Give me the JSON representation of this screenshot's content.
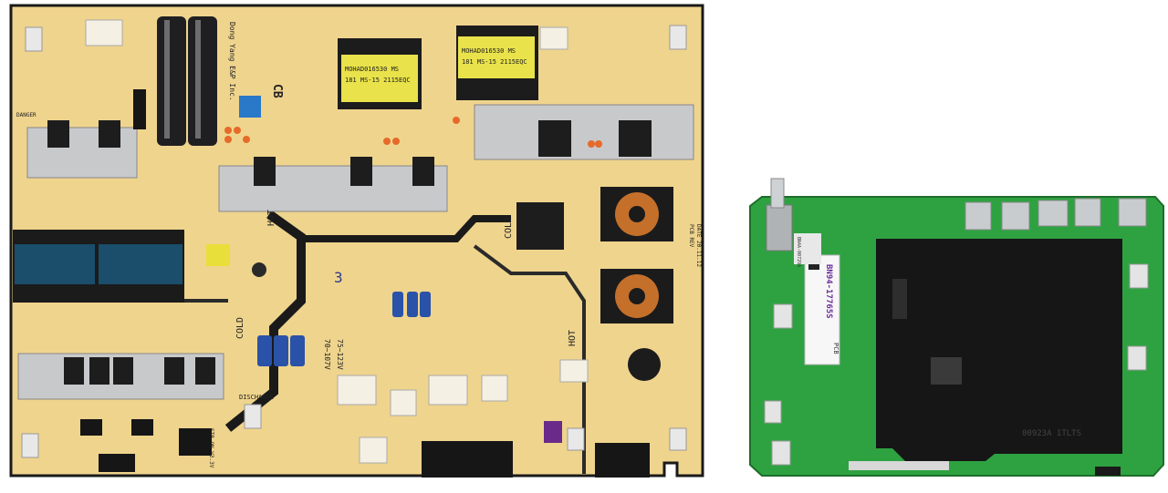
{
  "psu": {
    "labels": {
      "hot_left": "HOT",
      "cold_left": "COLD",
      "cold_right": "COLD",
      "hot_right": "HOT",
      "cb": "CB",
      "maker": "Dong Yang E&P Inc.",
      "danger": "DANGER",
      "discharge": "DISCHARGE",
      "handwritten": "3",
      "v1": "70~107V",
      "v2": "75~123V",
      "stb": "STB ON V3.3V",
      "pcb_rev": "PCB REV",
      "date": "DATE 20.11.12",
      "transformer_1a": "MOHAD016530  MS",
      "transformer_1b": "181 MS-15 2115EQC",
      "transformer_2a": "MOHAD016530  MS",
      "transformer_2b": "181 MS-15 2115EQC"
    },
    "colors": {
      "board": "#efd48d",
      "heatsink": "#c7c9cb",
      "cap_black": "#1f1f22",
      "transformer_yellow": "#e9e24a"
    }
  },
  "mainboard": {
    "labels": {
      "part_number": "BN94-17765S",
      "pcb": "PCB",
      "sticker_small": "BN4A-00729A",
      "chip_marking": "00923A 1TLTS"
    },
    "colors": {
      "board": "#2ea241",
      "shield": "#161616"
    }
  }
}
